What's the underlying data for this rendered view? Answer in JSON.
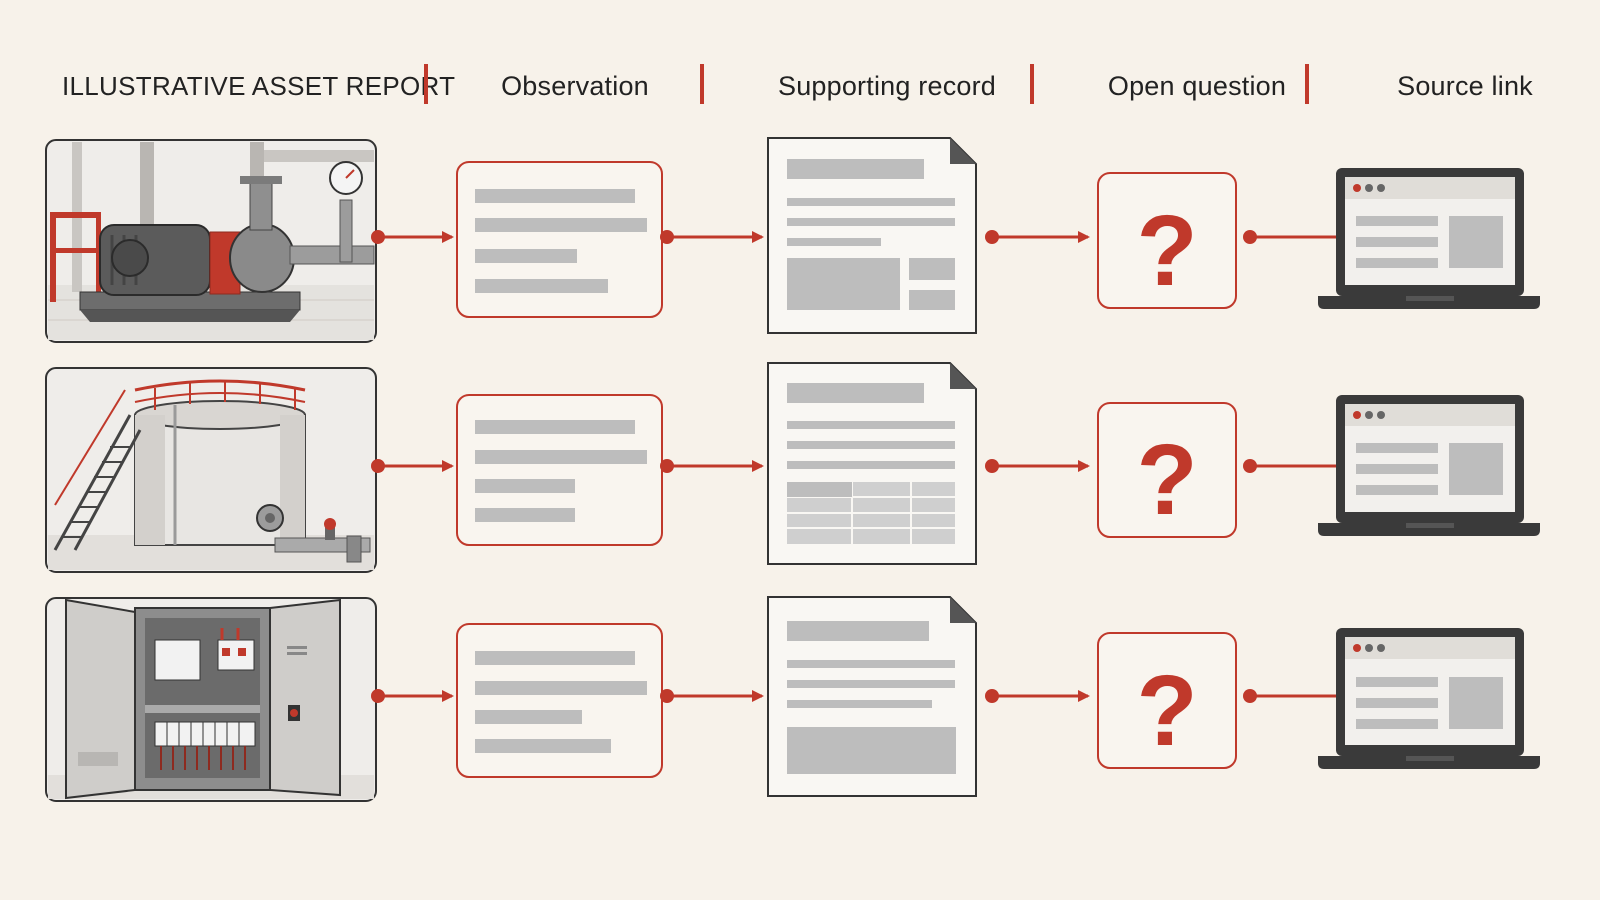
{
  "header": {
    "title": "ILLUSTRATIVE ASSET REPORT",
    "columns": [
      "Observation",
      "Supporting record",
      "Open question",
      "Source link"
    ]
  },
  "rows": [
    {
      "asset": "pump-motor",
      "question_mark": "?"
    },
    {
      "asset": "storage-tank",
      "question_mark": "?"
    },
    {
      "asset": "electrical-cabinet",
      "question_mark": "?"
    }
  ],
  "colors": {
    "accent": "#c0392b",
    "background": "#f7f2ea",
    "placeholder_bar": "#bdbdbd",
    "frame": "#333333"
  }
}
